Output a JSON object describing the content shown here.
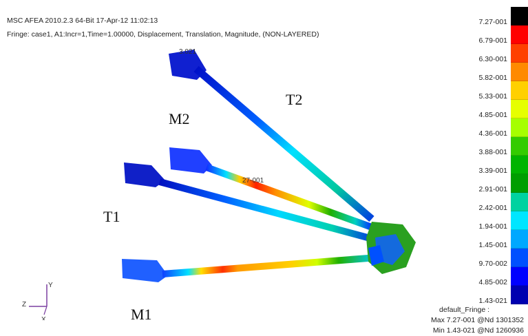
{
  "header": {
    "line1": "MSC AFEA 2010.2.3 64-Bit 17-Apr-12 11:02:13",
    "line2": "Fringe: case1, A1:Incr=1,Time=1.00000, Displacement, Translation, Magnitude, (NON-LAYERED)"
  },
  "labels": {
    "t2": "T2",
    "m2": "M2",
    "t1": "T1",
    "m1": "M1"
  },
  "notes": {
    "n1": "3.021",
    "n2": "27-001"
  },
  "legend": {
    "ticks": [
      "7.27-001",
      "6.79-001",
      "6.30-001",
      "5.82-001",
      "5.33-001",
      "4.85-001",
      "4.36-001",
      "3.88-001",
      "3.39-001",
      "2.91-001",
      "2.42-001",
      "1.94-001",
      "1.45-001",
      "9.70-002",
      "4.85-002",
      "1.43-021"
    ],
    "colors": [
      "#000000",
      "#ff0000",
      "#ff4000",
      "#ff8a00",
      "#ffd000",
      "#e6ff00",
      "#a6ff00",
      "#33cc00",
      "#00b400",
      "#009e00",
      "#00d2a0",
      "#00e6ff",
      "#00a8ff",
      "#0050ff",
      "#0000ff",
      "#0000b0"
    ],
    "footer": {
      "title": "default_Fringe :",
      "max": "Max 7.27-001 @Nd 1301352",
      "min": "Min 1.43-021 @Nd 1260936"
    }
  },
  "axes": {
    "y": "Y",
    "z": "Z",
    "x": "X"
  }
}
